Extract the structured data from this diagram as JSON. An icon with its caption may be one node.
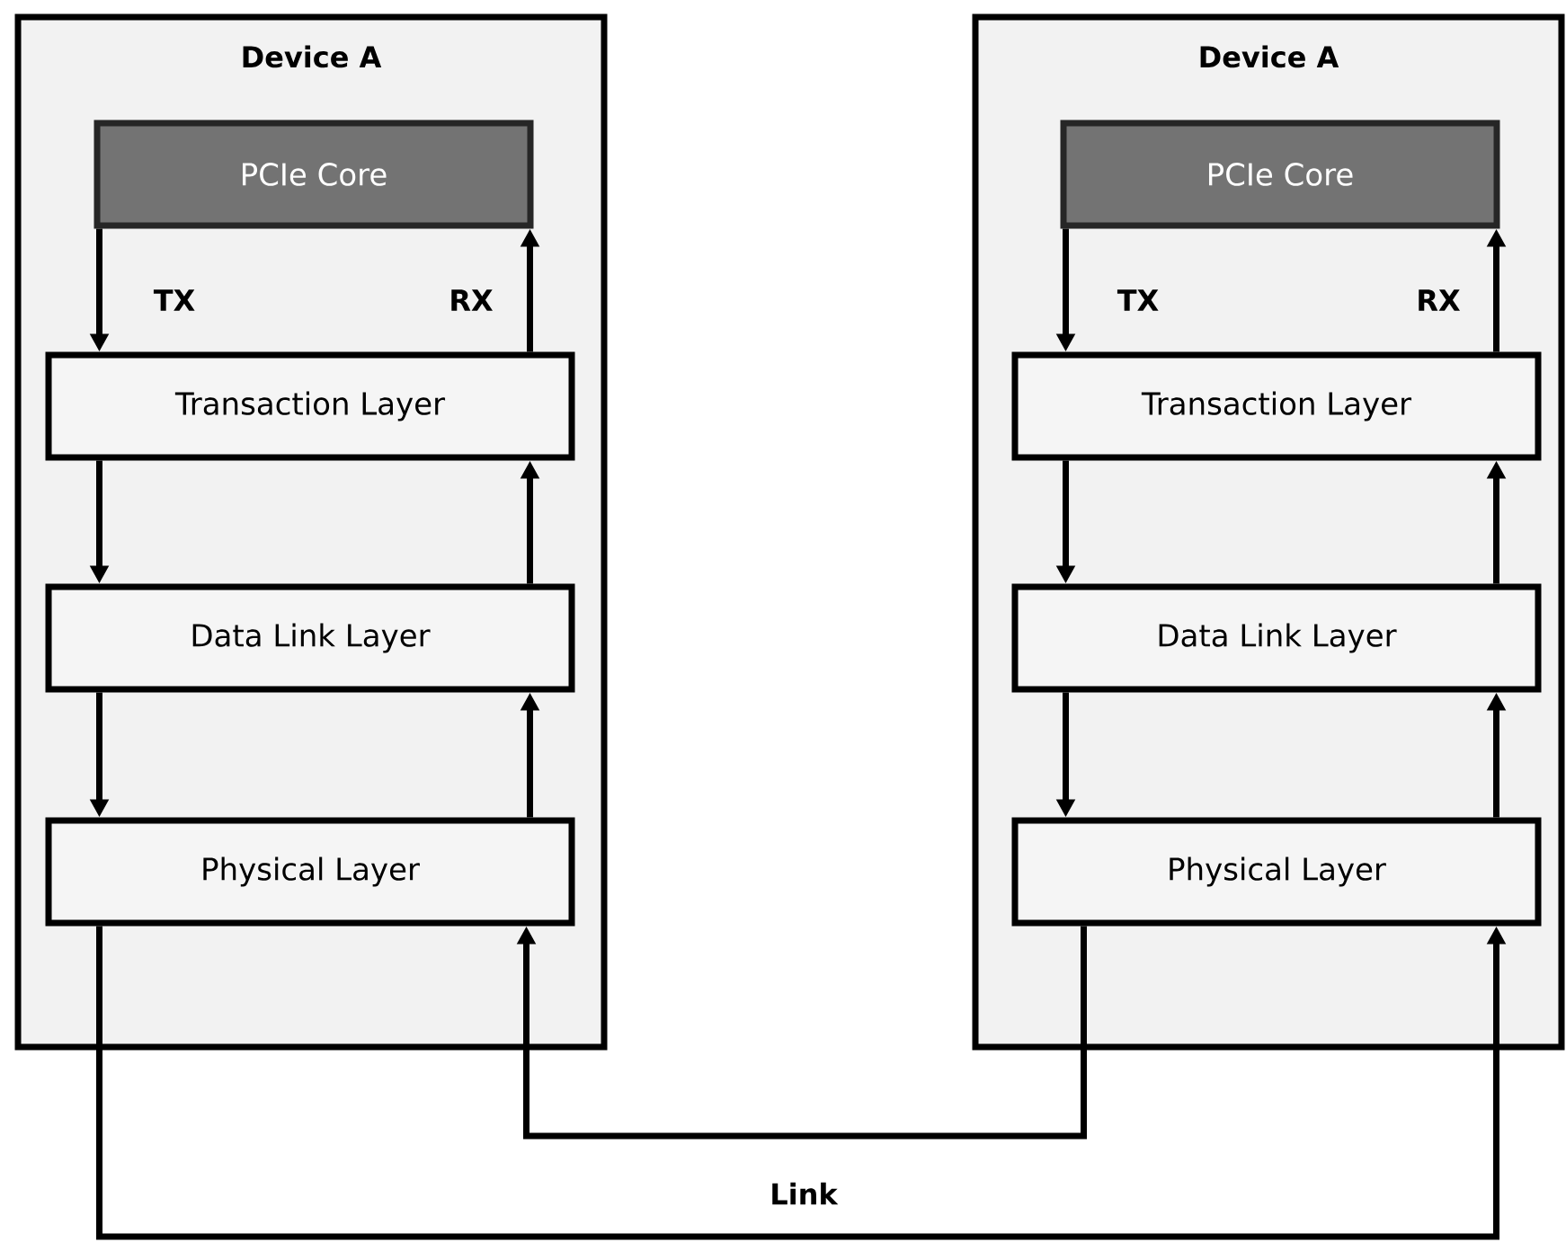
{
  "diagram": {
    "nodes": [
      {
        "text": [
          "Device A"
        ]
      },
      {
        "text": [
          "PCIe Core"
        ],
        "in": 0
      },
      {
        "text": [
          "Transaction Layer"
        ],
        "in": 0
      },
      {
        "text": [
          "Data Link Layer"
        ],
        "in": 0
      },
      {
        "text": [
          "Physical Layer"
        ],
        "in": 0
      },
      {
        "text": [
          "Device A"
        ]
      },
      {
        "text": [
          "PCIe Core"
        ],
        "in": 5
      },
      {
        "text": [
          "Transaction Layer"
        ],
        "in": 5
      },
      {
        "text": [
          "Data Link Layer"
        ],
        "in": 5
      },
      {
        "text": [
          "Physical Layer"
        ],
        "in": 5
      }
    ],
    "edges": [
      {
        "from": 1,
        "to": 2,
        "arrow": "to",
        "label": "TX"
      },
      {
        "from": 2,
        "to": 3,
        "arrow": "to"
      },
      {
        "from": 3,
        "to": 4,
        "arrow": "to"
      },
      {
        "from": 4,
        "to": 3,
        "arrow": "to"
      },
      {
        "from": 3,
        "to": 2,
        "arrow": "to"
      },
      {
        "from": 2,
        "to": 1,
        "arrow": "to",
        "label": "RX"
      },
      {
        "from": 6,
        "to": 7,
        "arrow": "to",
        "label": "TX"
      },
      {
        "from": 7,
        "to": 8,
        "arrow": "to"
      },
      {
        "from": 8,
        "to": 9,
        "arrow": "to"
      },
      {
        "from": 9,
        "to": 8,
        "arrow": "to"
      },
      {
        "from": 8,
        "to": 7,
        "arrow": "to"
      },
      {
        "from": 7,
        "to": 6,
        "arrow": "to",
        "label": "RX"
      },
      {
        "from": 4,
        "to": 9,
        "arrow": "to"
      },
      {
        "from": 9,
        "to": 4,
        "arrow": "to"
      }
    ],
    "labels": [
      "Link"
    ]
  }
}
